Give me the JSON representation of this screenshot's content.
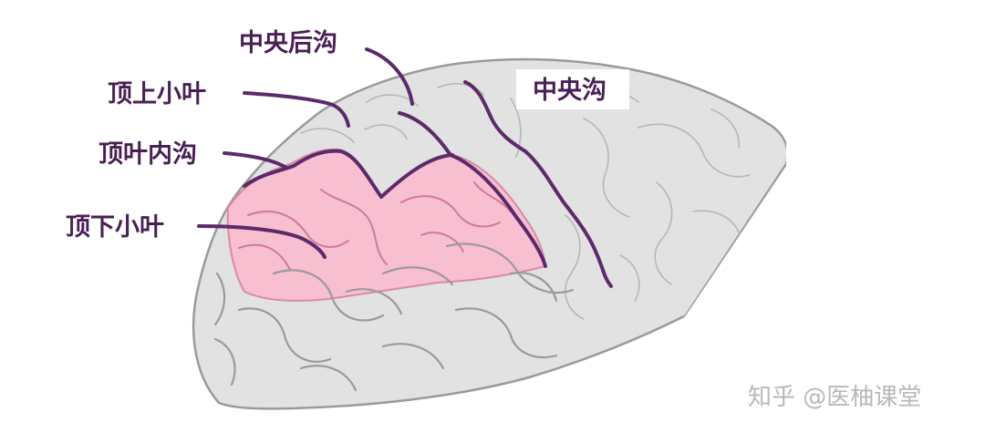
{
  "labels": {
    "postcentral_sulcus": "中央后沟",
    "central_sulcus": "中央沟",
    "superior_parietal_lobule": "顶上小叶",
    "intraparietal_sulcus": "顶叶内沟",
    "inferior_parietal_lobule": "顶下小叶"
  },
  "watermark": "知乎 @医柚课堂",
  "colors": {
    "brain_fill": "#e2e2e2",
    "brain_outline": "#9a9a9a",
    "highlight_fill": "#f7bfd0",
    "sulcus_line": "#5c2a6a",
    "label_text": "#4a1f55"
  }
}
